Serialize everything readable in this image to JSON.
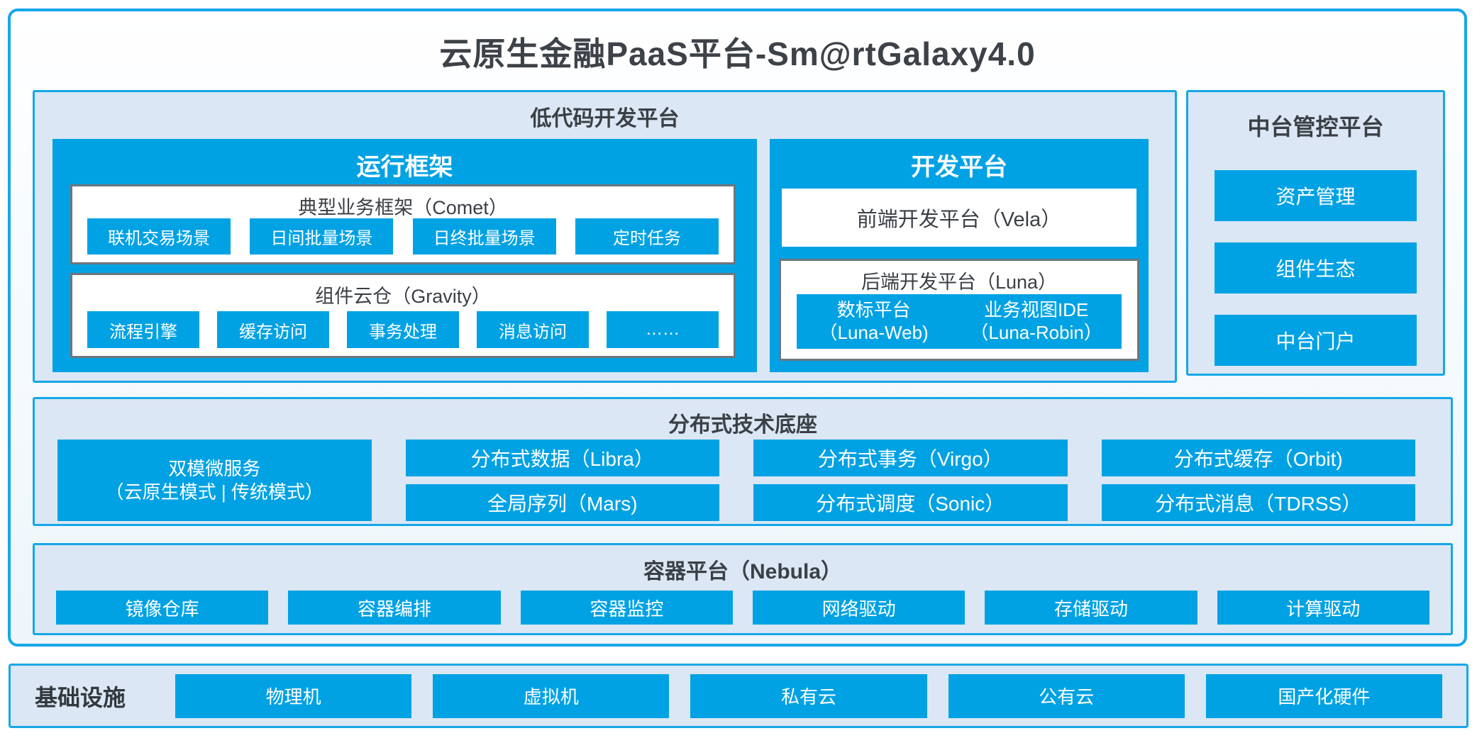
{
  "title": "云原生金融PaaS平台-Sm@rtGalaxy4.0",
  "colors": {
    "accent": "#00a2e4",
    "frame_border": "#16a7e8",
    "section_bg": "#dbe7f4",
    "gray_border": "#6e767e",
    "dark_text": "#3b4046"
  },
  "lowcode": {
    "title": "低代码开发平台",
    "runtime": {
      "title": "运行框架",
      "comet": {
        "title": "典型业务框架（Comet）",
        "items": [
          "联机交易场景",
          "日间批量场景",
          "日终批量场景",
          "定时任务"
        ]
      },
      "gravity": {
        "title": "组件云仓（Gravity）",
        "items": [
          "流程引擎",
          "缓存访问",
          "事务处理",
          "消息访问",
          "……"
        ]
      }
    },
    "dev": {
      "title": "开发平台",
      "vela": {
        "title": "前端开发平台（Vela）"
      },
      "luna": {
        "title": "后端开发平台（Luna）",
        "items": [
          {
            "line1": "数标平台",
            "line2": "（Luna-Web)"
          },
          {
            "line1": "业务视图IDE",
            "line2": "（Luna-Robin）"
          }
        ]
      }
    }
  },
  "midplatform": {
    "title": "中台管控平台",
    "items": [
      "资产管理",
      "组件生态",
      "中台门户"
    ]
  },
  "distributed": {
    "title": "分布式技术底座",
    "dual_mode": {
      "line1": "双模微服务",
      "line2": "（云原生模式 | 传统模式）"
    },
    "items": [
      "分布式数据（Libra）",
      "分布式事务（Virgo）",
      "分布式缓存（Orbit)",
      "全局序列（Mars)",
      "分布式调度（Sonic）",
      "分布式消息（TDRSS）"
    ]
  },
  "container_platform": {
    "title": "容器平台（Nebula）",
    "items": [
      "镜像仓库",
      "容器编排",
      "容器监控",
      "网络驱动",
      "存储驱动",
      "计算驱动"
    ]
  },
  "infrastructure": {
    "label": "基础设施",
    "items": [
      "物理机",
      "虚拟机",
      "私有云",
      "公有云",
      "国产化硬件"
    ]
  }
}
